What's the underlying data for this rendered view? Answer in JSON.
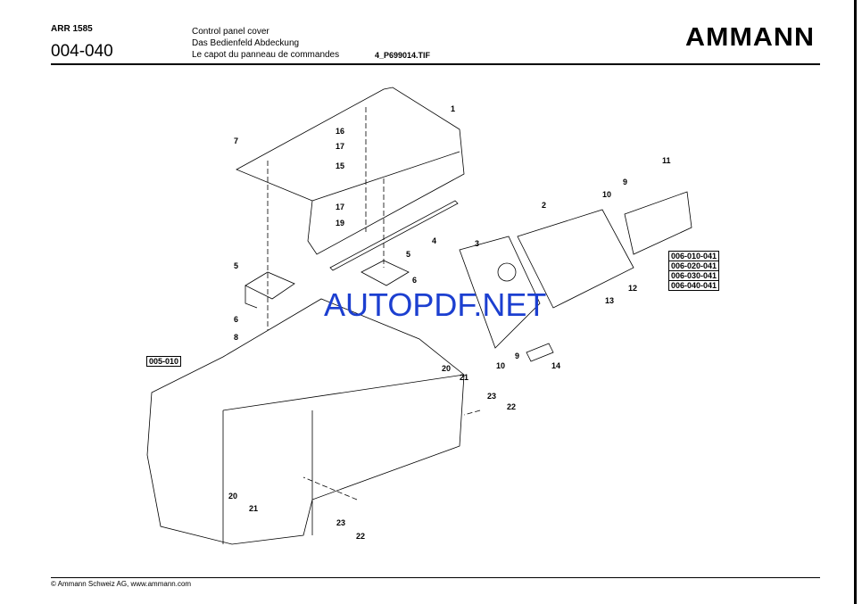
{
  "header": {
    "model": "ARR 1585",
    "page_code": "004-040",
    "titles": [
      "Control panel cover",
      "Das Bedienfeld Abdeckung",
      "Le capot du panneau de commandes"
    ],
    "file": "4_P699014.TIF",
    "logo": "AMMANN"
  },
  "callouts": [
    "1",
    "16",
    "17",
    "7",
    "15",
    "17",
    "19",
    "4",
    "5",
    "5",
    "6",
    "6",
    "8",
    "2",
    "3",
    "10",
    "9",
    "11",
    "12",
    "13",
    "9",
    "10",
    "14",
    "20",
    "21",
    "23",
    "22",
    "20",
    "21",
    "23",
    "22"
  ],
  "references": [
    "005-010",
    "006-010-041",
    "006-020-041",
    "006-030-041",
    "006-040-041"
  ],
  "watermark": "AUTOPDF.NET",
  "footer": "© Ammann Schweiz AG, www.ammann.com"
}
